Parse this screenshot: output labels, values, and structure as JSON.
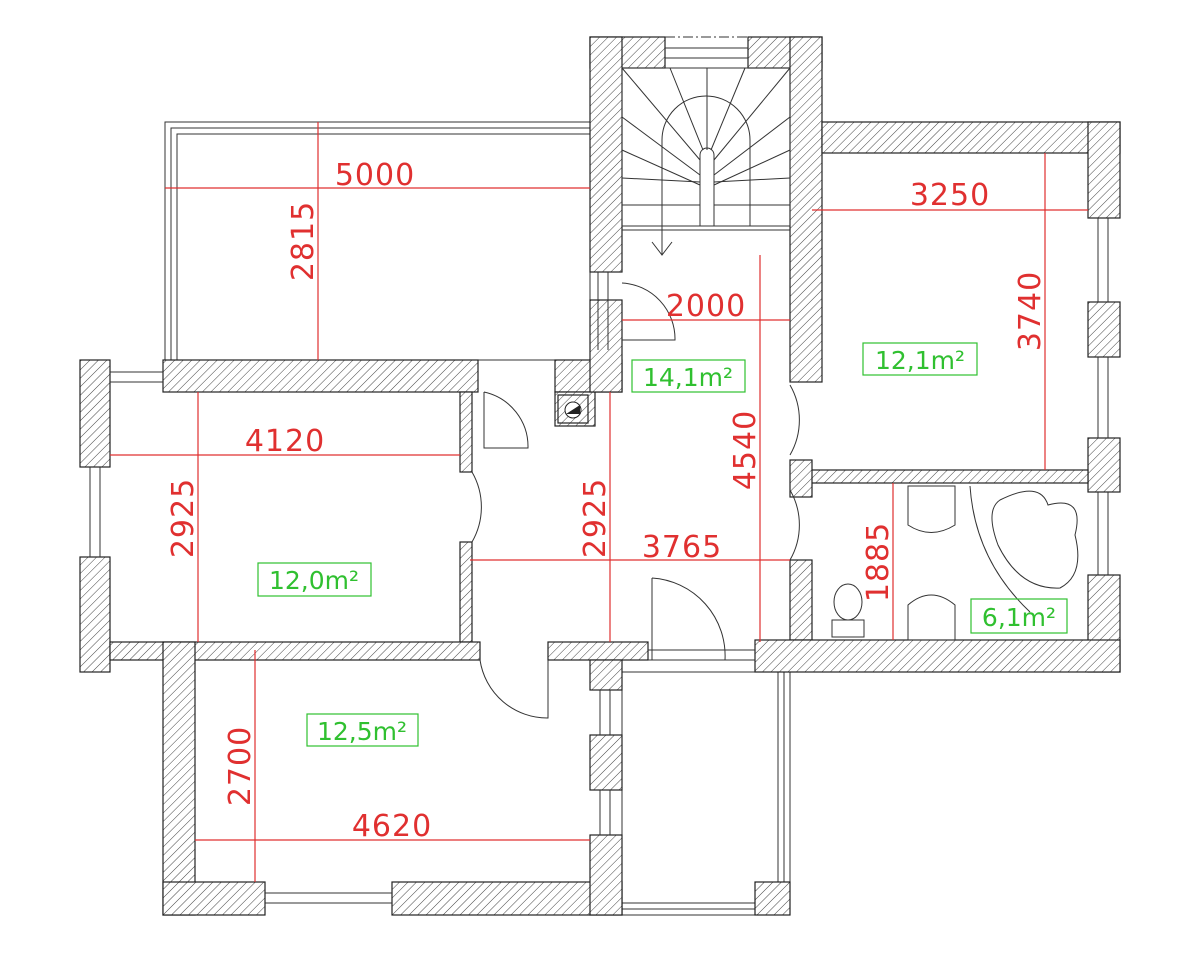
{
  "plan": {
    "colors": {
      "dimension": "#e03030",
      "area": "#30c030",
      "wall": "#222222"
    },
    "dimensions": {
      "terrace_width": "5000",
      "terrace_depth": "2815",
      "bedroom_right_width": "3250",
      "bedroom_right_depth": "3740",
      "hall_stair_width": "2000",
      "hall_depth": "4540",
      "room_left_width": "4120",
      "room_left_depth": "2925",
      "hall_left_depth": "2925",
      "hall_width": "3765",
      "bath_depth": "1885",
      "room_bottom_depth": "2700",
      "room_bottom_width": "4620"
    },
    "areas": {
      "hall": "14,1m²",
      "bedroom_right": "12,1m²",
      "room_left": "12,0m²",
      "room_bottom": "12,5m²",
      "bathroom": "6,1m²"
    }
  }
}
